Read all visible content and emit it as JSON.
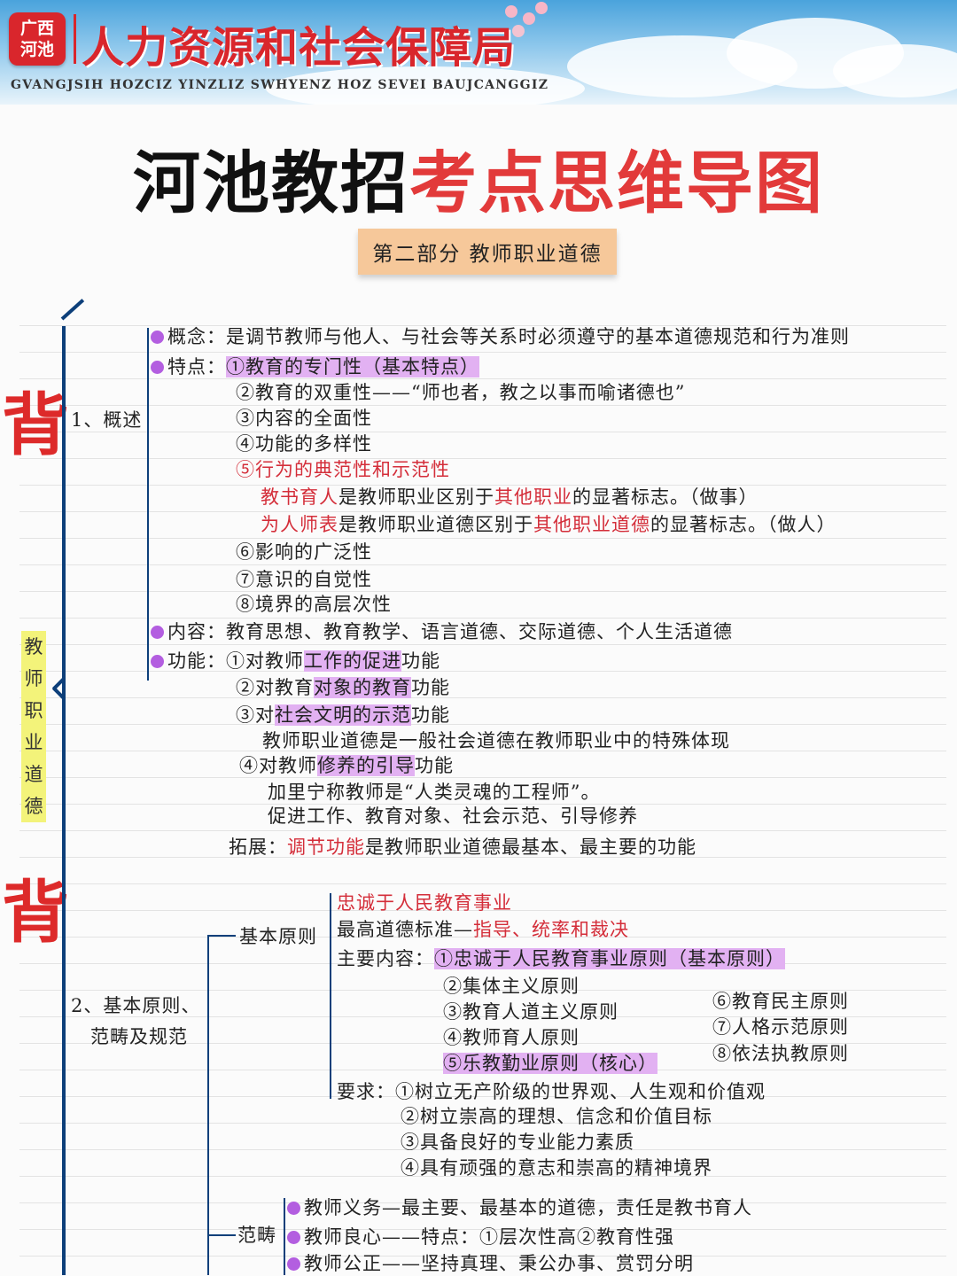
{
  "header": {
    "logo_top": "广西",
    "logo_bottom": "河池",
    "department": "人力资源和社会保障局",
    "zhuang_text": "GVANGJSIH HOZCIZ YINZLIZ SWHYENZ HOZ SEVEI BAUJCANGGIZ"
  },
  "title": {
    "part1": "河池教招",
    "part2": "考点思维导图"
  },
  "part_label": "第二部分  教师职业道德",
  "side": {
    "bei1": "背",
    "bei2": "背",
    "vertical_label": "教师职业道德"
  },
  "section1": {
    "label": "1、概述",
    "concept_label": "概念：",
    "concept_text": "是调节教师与他人、与社会等关系时必须遵守的基本道德规范和行为准则",
    "features_label": "特点：",
    "f1": "①教育的专门性（基本特点）",
    "f2": "②教育的双重性——“师也者，教之以事而喻诸德也”",
    "f3": "③内容的全面性",
    "f4": "④功能的多样性",
    "f5": "⑤行为的典范性和示范性",
    "f5a": [
      "教书育人",
      "是教师职业区别于",
      "其他职业",
      "的显著标志。（做事）"
    ],
    "f5b": [
      "为人师表",
      "是教师职业道德区别于",
      "其他职业道德",
      "的显著标志。（做人）"
    ],
    "f6": "⑥影响的广泛性",
    "f7": "⑦意识的自觉性",
    "f8": "⑧境界的高层次性",
    "content_label": "内容：",
    "content_text": "教育思想、教育教学、语言道德、交际道德、个人生活道德",
    "function_label": "功能：",
    "fn1": [
      "①对教师",
      "工作的促进",
      "功能"
    ],
    "fn2": [
      "②对教育",
      "对象的教育",
      "功能"
    ],
    "fn3": [
      "③对",
      "社会文明的示范",
      "功能"
    ],
    "fn3_note": "教师职业道德是一般社会道德在教师职业中的特殊体现",
    "fn4": [
      "④对教师",
      "修养的引导",
      "功能"
    ],
    "fn4_note1": "加里宁称教师是“人类灵魂的工程师”。",
    "fn4_note2": "促进工作、教育对象、社会示范、引导修养",
    "ext_label": "拓展：",
    "ext_red": "调节功能",
    "ext_text": "是教师职业道德最基本、最主要的功能"
  },
  "section2": {
    "label_line1": "2、基本原则、",
    "label_line2": "范畴及规范",
    "basic_label": "基本原则",
    "loyal": "忠诚于人民教育事业",
    "highest_prefix": "最高道德标准—",
    "highest_red": "指导、统率和裁决",
    "main_label": "主要内容：",
    "p1": "①忠诚于人民教育事业原则（基本原则）",
    "p2": "②集体主义原则",
    "p3": "③教育人道主义原则",
    "p4": "④教师育人原则",
    "p5": "⑤乐教勤业原则（核心）",
    "p6": "⑥教育民主原则",
    "p7": "⑦人格示范原则",
    "p8": "⑧依法执教原则",
    "req_label": "要求：",
    "r1": "①树立无产阶级的世界观、人生观和价值观",
    "r2": "②树立崇高的理想、信念和价值目标",
    "r3": "③具备良好的专业能力素质",
    "r4": "④具有顽强的意志和崇高的精神境界",
    "category_label": "范畴",
    "c1": "教师义务—最主要、最基本的道德，责任是教书育人",
    "c2": "教师良心——特点：①层次性高②教育性强",
    "c3": "教师公正——坚持真理、秉公办事、赏罚分明"
  }
}
